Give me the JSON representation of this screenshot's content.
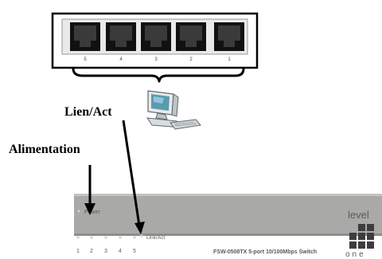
{
  "callouts": {
    "link_act": "Lien/Act",
    "power": "Alimentation"
  },
  "switch_ports": {
    "numbers": [
      "5",
      "4",
      "3",
      "2",
      "1"
    ]
  },
  "front_panel": {
    "power_label": "Power",
    "link_act_label": "Link/Act",
    "led_numbers": [
      "1",
      "2",
      "3",
      "4",
      "5"
    ],
    "model_text": "FSW-0508TX  5-port 10/100Mbps Switch",
    "brand_top": "level",
    "brand_bottom": "one"
  },
  "icons": {
    "computer": "computer-icon",
    "arrows": "arrow-down-icon"
  },
  "colors": {
    "panel_bg": "#a9aaa7",
    "port_black": "#111111",
    "led_grey": "#d6d6d6"
  }
}
